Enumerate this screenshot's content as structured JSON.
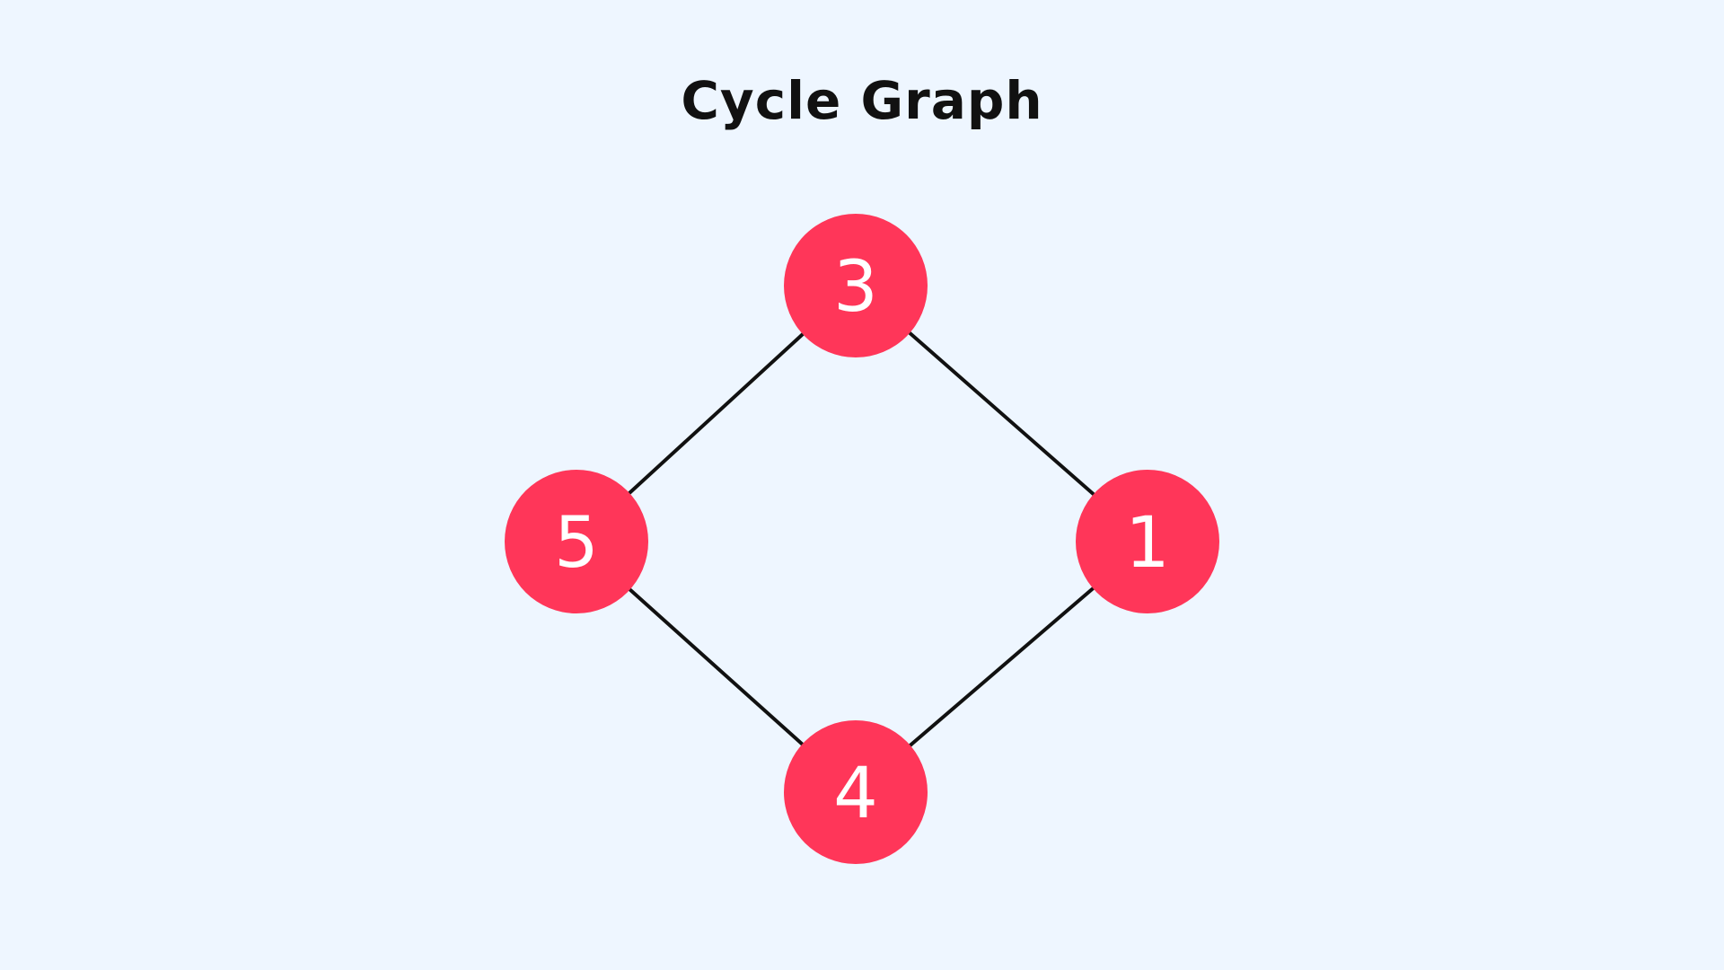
{
  "title": "Cycle Graph",
  "colors": {
    "background": "#eef6ff",
    "node_fill": "#ff3659",
    "node_label": "#ffffff",
    "edge": "#111111",
    "title": "#111111"
  },
  "nodes": [
    {
      "id": "3",
      "label": "3"
    },
    {
      "id": "5",
      "label": "5"
    },
    {
      "id": "1",
      "label": "1"
    },
    {
      "id": "4",
      "label": "4"
    }
  ],
  "edges": [
    {
      "from": "3",
      "to": "5"
    },
    {
      "from": "3",
      "to": "1"
    },
    {
      "from": "5",
      "to": "4"
    },
    {
      "from": "1",
      "to": "4"
    }
  ]
}
